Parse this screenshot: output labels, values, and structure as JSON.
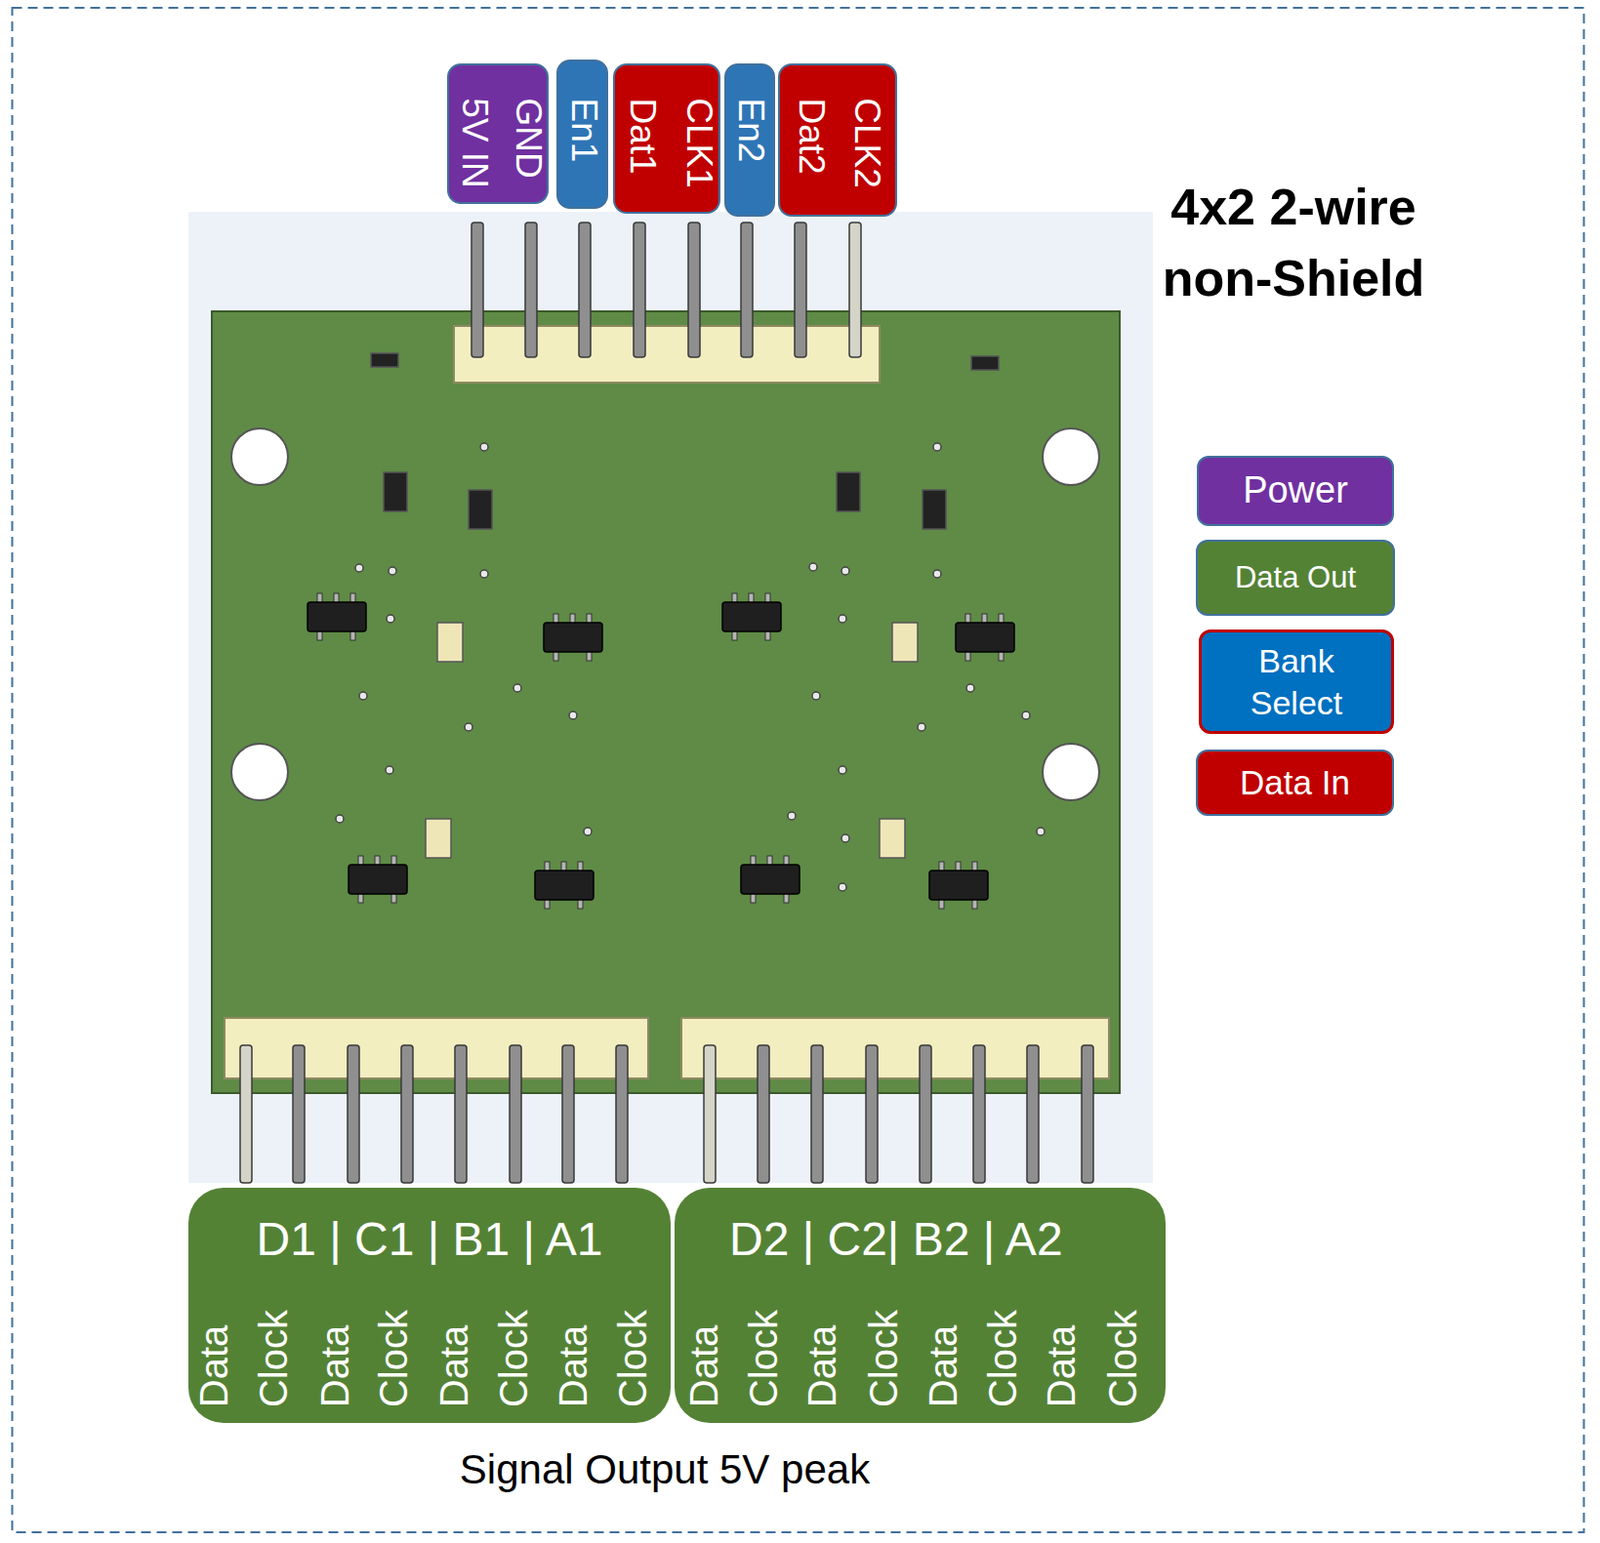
{
  "diagram": {
    "title": "4x2 2-wire non-Shield",
    "caption": "Signal Output 5V peak",
    "nodes": [
      {
        "text": [
          "5V IN",
          "GND"
        ]
      },
      {
        "text": [
          "En1"
        ]
      },
      {
        "text": [
          "Dat1",
          "CLK1"
        ]
      },
      {
        "text": [
          "En2"
        ]
      },
      {
        "text": [
          "Dat2",
          "CLK2"
        ]
      },
      {
        "text": [
          "D1 | C1 | B1 | A1",
          "Data",
          "Clock",
          "Data",
          "Clock",
          "Data",
          "Clock",
          "Data",
          "Clock"
        ]
      },
      {
        "text": [
          "D2 | C2| B2 | A2",
          "Data",
          "Clock",
          "Data",
          "Clock",
          "Data",
          "Clock",
          "Data",
          "Clock"
        ]
      }
    ],
    "legend": [
      {
        "text": "Power",
        "color": "#7030a0"
      },
      {
        "text": "Data Out",
        "color": "#548235"
      },
      {
        "text": "Bank Select",
        "color": "#0070c0"
      },
      {
        "text": "Data In",
        "color": "#c00000"
      }
    ]
  }
}
